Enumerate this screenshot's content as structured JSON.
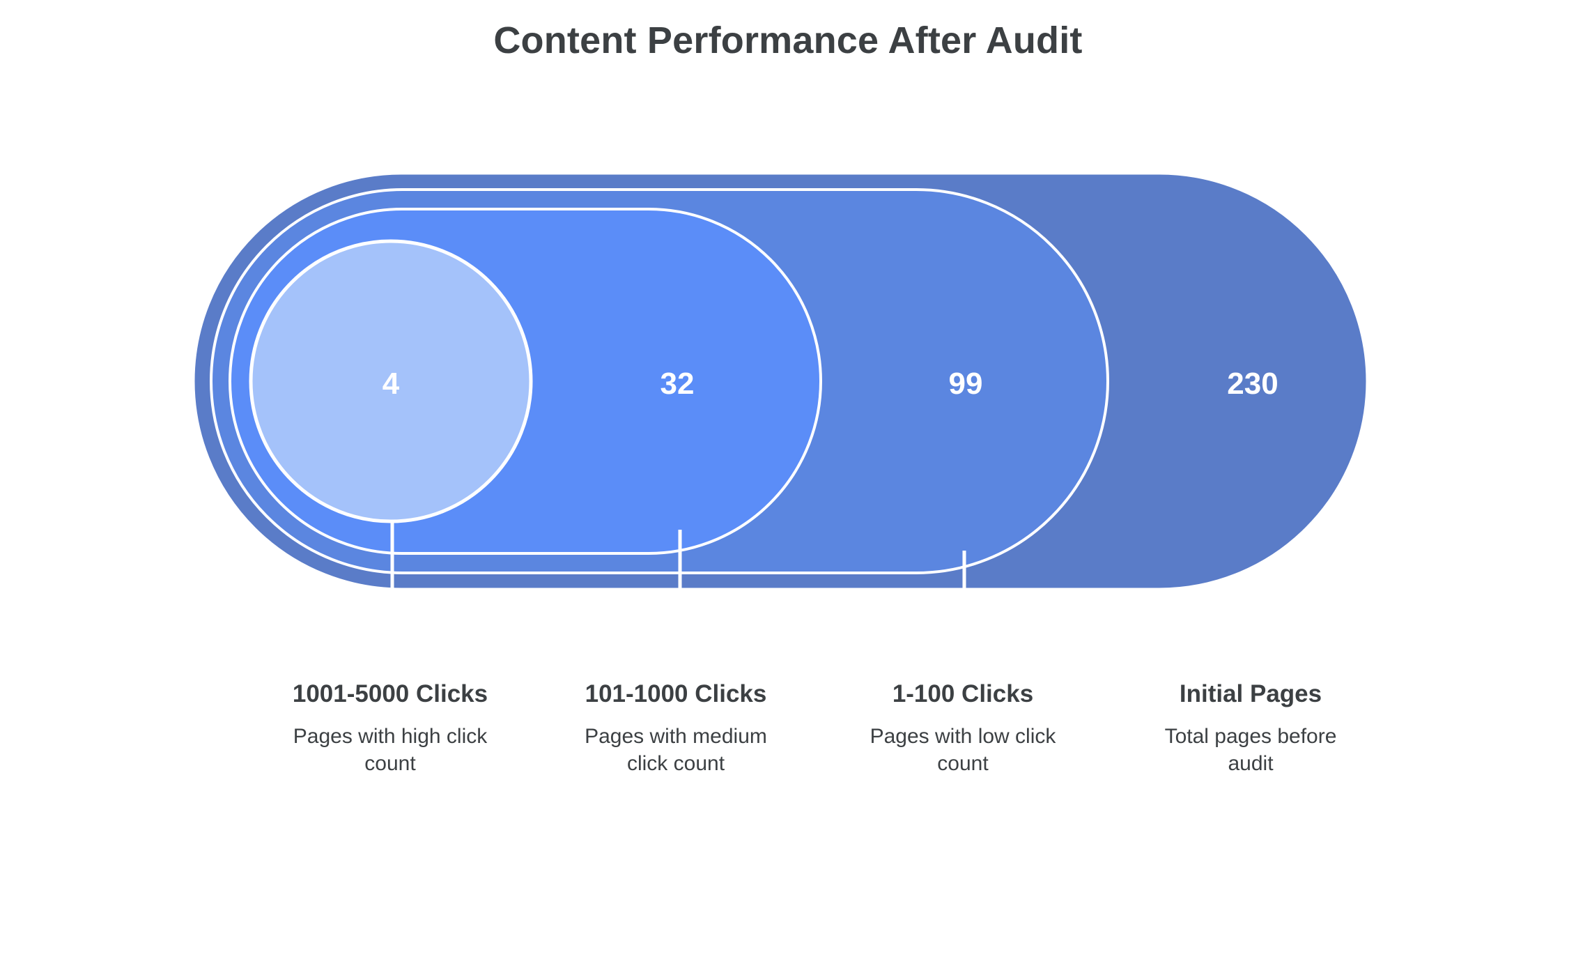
{
  "title": "Content Performance After Audit",
  "background_color": "#ffffff",
  "title_color": "#3c4043",
  "stroke_color": "#ffffff",
  "chart_data": {
    "type": "funnel",
    "title": "Content Performance After Audit",
    "subtitle": "",
    "xlabel": "",
    "ylabel": "",
    "legend_position": "below",
    "grid": false,
    "orientation": "horizontal-nested-capsules",
    "categories": [
      "1001-5000 Clicks",
      "101-1000 Clicks",
      "1-100 Clicks",
      "Initial Pages"
    ],
    "values": [
      4,
      32,
      99,
      230
    ],
    "colors": [
      "#a4c2fa",
      "#5b8df8",
      "#5b86e0",
      "#5a7cc8"
    ],
    "descriptions": [
      "Pages with high click count",
      "Pages with medium click count",
      "Pages with low click count",
      "Total pages before audit"
    ],
    "stages": [
      {
        "label": "1001-5000 Clicks",
        "value": 4,
        "value_text": "4",
        "description": "Pages with high click count",
        "color": "#a4c2fa",
        "level": 1
      },
      {
        "label": "101-1000 Clicks",
        "value": 32,
        "value_text": "32",
        "description": "Pages with medium click count",
        "color": "#5b8df8",
        "level": 2
      },
      {
        "label": "1-100 Clicks",
        "value": 99,
        "value_text": "99",
        "description": "Pages with low click count",
        "color": "#5b86e0",
        "level": 3
      },
      {
        "label": "Initial Pages",
        "value": 230,
        "value_text": "230",
        "description": "Total pages before audit",
        "color": "#5a7cc8",
        "level": 4
      }
    ]
  },
  "rings": {
    "outer": {
      "value_text": "230",
      "color": "#5a7cc8"
    },
    "third": {
      "value_text": "99",
      "color": "#5b86e0"
    },
    "second": {
      "value_text": "32",
      "color": "#5b8df8"
    },
    "inner": {
      "value_text": "4",
      "color": "#a4c2fa"
    }
  },
  "legend": {
    "items": [
      {
        "title": "1001-5000 Clicks",
        "desc": "Pages with high click count"
      },
      {
        "title": "101-1000 Clicks",
        "desc": "Pages with medium click count"
      },
      {
        "title": "1-100 Clicks",
        "desc": "Pages with low click count"
      },
      {
        "title": "Initial Pages",
        "desc": "Total pages before audit"
      }
    ]
  }
}
